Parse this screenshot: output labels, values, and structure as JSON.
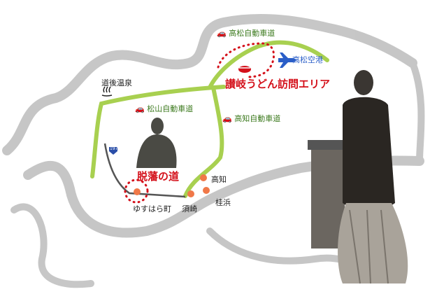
{
  "map": {
    "expressways": [
      {
        "label": "高松自動車道",
        "icon": "car-icon"
      },
      {
        "label": "松山自動車道",
        "icon": "car-icon"
      },
      {
        "label": "高知自動車道",
        "icon": "car-icon"
      }
    ],
    "route_shield": "197",
    "places": {
      "airport": "高松空港",
      "onsen": "道後温泉",
      "kochi": "高知",
      "susaki": "須崎",
      "katsurahama": "桂浜",
      "yusuhara": "ゆすはら町"
    },
    "areas": {
      "udon": "讃岐うどん訪問エリア",
      "dappan": "脱藩の道"
    },
    "colors": {
      "road": "#a8d050",
      "highlight": "#d4101a",
      "point": "#f07848",
      "coast": "#b8b8b8",
      "airport": "#2a5ec8"
    }
  }
}
